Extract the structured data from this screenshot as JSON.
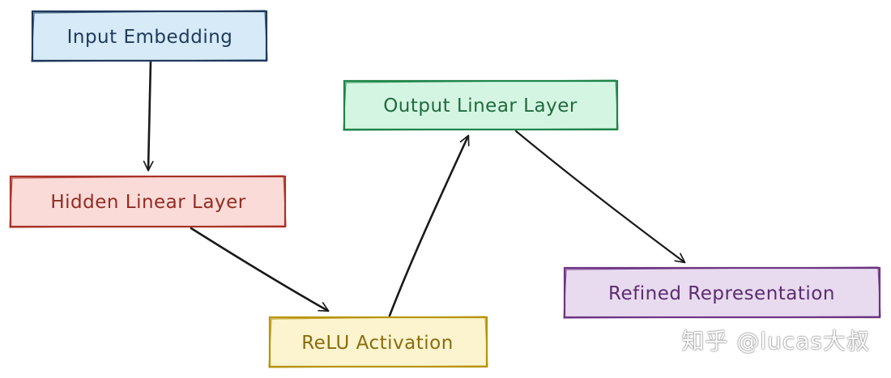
{
  "diagram": {
    "nodes": {
      "input_embedding": {
        "label": "Input Embedding",
        "fill": "#d6eaf8",
        "stroke": "#1e3a5c",
        "text": "#1e3a5c"
      },
      "hidden_linear_layer": {
        "label": "Hidden Linear Layer",
        "fill": "#fadbd8",
        "stroke": "#a93226",
        "text": "#922b21"
      },
      "relu_activation": {
        "label": "ReLU Activation",
        "fill": "#fcf3cf",
        "stroke": "#b7950b",
        "text": "#8a6d0b"
      },
      "output_linear_layer": {
        "label": "Output Linear Layer",
        "fill": "#d5f5e3",
        "stroke": "#1e8449",
        "text": "#1e6b3c"
      },
      "refined_representation": {
        "label": "Refined Representation",
        "fill": "#e8daef",
        "stroke": "#6c3483",
        "text": "#5b2c6f"
      }
    },
    "edges": [
      {
        "from": "input_embedding",
        "to": "hidden_linear_layer"
      },
      {
        "from": "hidden_linear_layer",
        "to": "relu_activation"
      },
      {
        "from": "relu_activation",
        "to": "output_linear_layer"
      },
      {
        "from": "output_linear_layer",
        "to": "refined_representation"
      }
    ],
    "edge_color": "#1a1a1a"
  },
  "watermark": {
    "text": "知乎 @lucas大叔"
  }
}
